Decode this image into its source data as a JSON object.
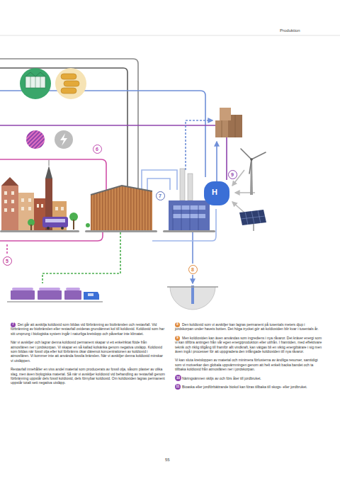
{
  "diagram": {
    "nodes": [
      {
        "text": [
          "6"
        ]
      },
      {
        "text": [
          "9"
        ]
      },
      {
        "text": [
          "7"
        ]
      },
      {
        "text": [
          "5"
        ]
      },
      {
        "text": [
          "8"
        ]
      },
      {
        "text": [
          "7"
        ]
      },
      {
        "text": [
          "8"
        ]
      },
      {
        "text": [
          "9"
        ]
      },
      {
        "text": [
          "10"
        ]
      },
      {
        "text": [
          "11"
        ]
      }
    ],
    "labels": [
      "Produktion",
      "H",
      "Det går att avskilja koldioxid som bildas vid förbränning av biobränslen och restavfall. Vid förbränning av biobränslen eller restavfall oxideras grundämnet kol till koldioxid. Koldioxid som har sitt ursprung i biologiska system ingår i naturliga kretslopp och påverkar inte klimatet.",
      "När vi avskiljer och lagrar denna koldioxid permanent skapar vi ett enkelriktat flöde från atmosfären ner i jordskorpan. Vi skapar en så kallad kolsänka genom negativa utsläpp. Koldioxid som bildas när fossil olja eller kol förbränns ökar däremot koncentrationen av koldioxid i atmosfären. Vi kommer inte att använda fossila bränslen. När vi avskiljer denna koldioxid minskar vi utsläppen.",
      "Restavfall innehåller en viss andel material som producerats av fossil olja, såsom plaster av olika slag, men även biologiska material. Så när vi avskiljer koldioxid vid behandling av restavfall genom förbränning uppstår dels fossil koldioxid, dels förnybar koldioxid. Om koldioxiden lagras permanent uppstår totalt sett negativa utsläpp.",
      "Den koldioxid som vi avskiljer kan lagras permanent på tusentals meters djup i jordskorpan under havets botten. Det höga trycket gör att koldioxiden blir kvar i tusentals år.",
      "Men koldioxiden kan även användas som ingrediens i nya råvaror. Det kräver energi som vi kan tillföra antingen från vår egen energiproduktion eller utifrån. I framtiden, med effektivare teknik och riklig tillgång till framför allt vindkraft, kan vätgas bli en viktig energibärare i sig men även ingå i processer för att uppgradera den infångade koldioxiden till nya råvaror.",
      "Vi kan sluta kretsloppen av material och minimera förlusterna av ändliga resurser, samtidigt som vi motverkar den globala uppvärmningen genom att helt enkelt backa bandet och ta tillbaka koldioxid från atmosfären ner i jordskorpan.",
      "Näringsämnen skiljs av och förs åter till jordbruket.",
      "Bioaska eller jordförbättrande biokol kan föras tillbaka till skogs- eller jordbruket.",
      "55"
    ]
  }
}
